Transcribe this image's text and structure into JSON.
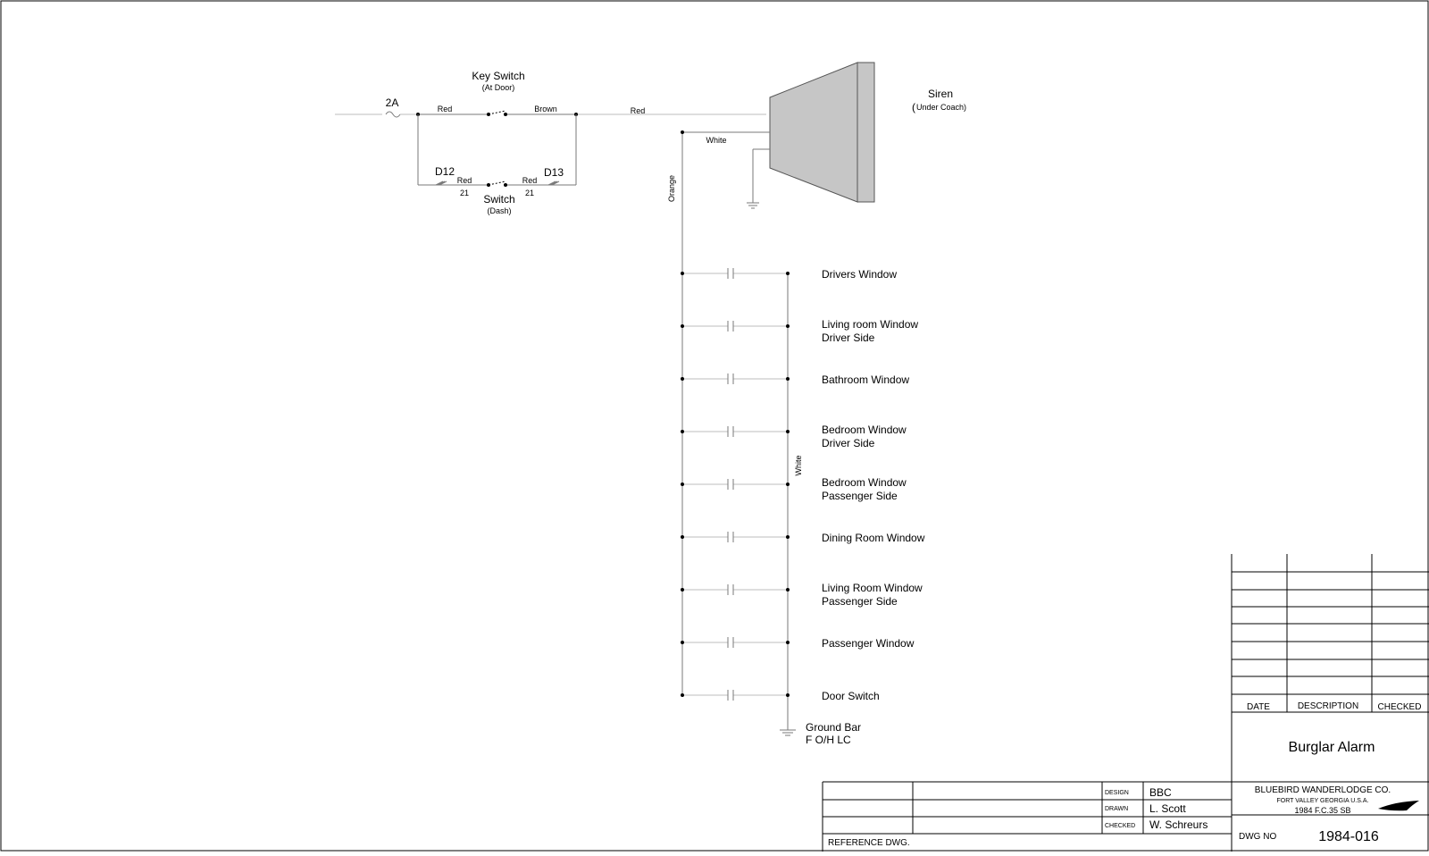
{
  "circuit": {
    "fuse": "2A",
    "key_switch": {
      "name": "Key Switch",
      "location": "(At Door)"
    },
    "dash_switch": {
      "name": "Switch",
      "location": "(Dash)"
    },
    "diodes": {
      "left": "D12",
      "right": "D13",
      "left_pin": "21",
      "right_pin": "21"
    },
    "wire_labels": {
      "red_fuse_to_key": "Red",
      "brown_key_out": "Brown",
      "red_to_siren": "Red",
      "white_siren": "White",
      "red_d12": "Red",
      "red_d13": "Red",
      "orange_bus": "Orange",
      "white_bus": "White"
    },
    "siren": {
      "name": "Siren",
      "location_open": "(",
      "location": "Under Coach)"
    },
    "sensors": [
      {
        "line1": "Drivers Window",
        "line2": ""
      },
      {
        "line1": "Living room Window",
        "line2": "Driver Side"
      },
      {
        "line1": "Bathroom Window",
        "line2": ""
      },
      {
        "line1": "Bedroom Window",
        "line2": "Driver Side"
      },
      {
        "line1": "Bedroom Window",
        "line2": "Passenger Side"
      },
      {
        "line1": "Dining Room Window",
        "line2": ""
      },
      {
        "line1": "Living Room Window",
        "line2": "Passenger Side"
      },
      {
        "line1": "Passenger Window",
        "line2": ""
      },
      {
        "line1": "Door Switch",
        "line2": ""
      }
    ],
    "ground_bar": {
      "line1": "Ground Bar",
      "line2": "F O/H LC"
    }
  },
  "title_block": {
    "revision_headers": {
      "date": "DATE",
      "description": "DESCRIPTION",
      "checked": "CHECKED"
    },
    "drawing_title": "Burglar Alarm",
    "company": "BLUEBIRD WANDERLODGE CO.",
    "company_location": "FORT VALLEY GEORGIA U.S.A.",
    "model": "1984 F.C.35 SB",
    "dwg_no_label": "DWG NO",
    "dwg_no": "1984-016",
    "design_label": "DESIGN",
    "design": "BBC",
    "drawn_label": "DRAWN",
    "drawn": "L. Scott",
    "checked_label": "CHECKED",
    "checked_by": "W. Schreurs",
    "reference_label": "REFERENCE DWG."
  }
}
